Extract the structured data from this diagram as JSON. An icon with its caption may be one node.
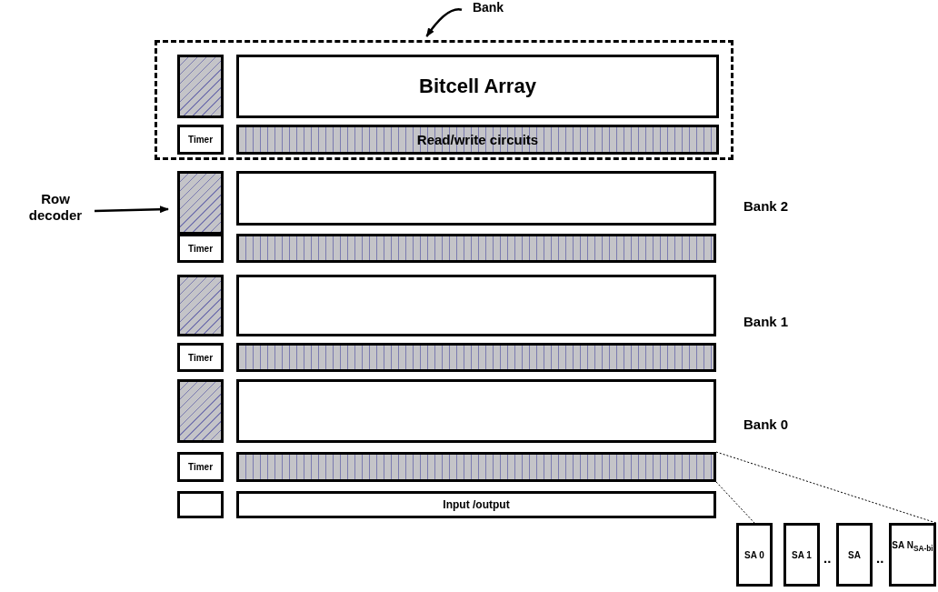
{
  "diagram": {
    "nodes": [
      {
        "text": [
          "Bank"
        ]
      },
      {
        "text": [],
        "shape": "box"
      },
      {
        "text": [],
        "shape": "box",
        "in": 1
      },
      {
        "text": [
          "Bitcell Array"
        ],
        "in": 1
      },
      {
        "text": [
          "Timer"
        ],
        "in": 1
      },
      {
        "text": [
          "Read/write circuits"
        ],
        "in": 1
      },
      {
        "text": [
          "Row decoder"
        ]
      },
      {
        "text": [],
        "shape": "box"
      },
      {
        "text": [],
        "shape": "box"
      },
      {
        "text": [
          "Timer"
        ]
      },
      {
        "text": [],
        "shape": "box"
      },
      {
        "text": [],
        "shape": "box"
      },
      {
        "text": [],
        "shape": "box"
      },
      {
        "text": [
          "Timer"
        ]
      },
      {
        "text": [],
        "shape": "box"
      },
      {
        "text": [],
        "shape": "box"
      },
      {
        "text": [],
        "shape": "box"
      },
      {
        "text": [
          "Timer"
        ]
      },
      {
        "text": [],
        "shape": "box"
      },
      {
        "text": [],
        "shape": "box"
      },
      {
        "text": [
          "Input /output"
        ]
      },
      {
        "text": [
          "SA 0"
        ]
      },
      {
        "text": [
          "SA 1"
        ]
      },
      {
        "text": [
          "SA"
        ]
      },
      {
        "text": [
          "SA N$_{SA-bi}$"
        ]
      }
    ],
    "edges": [
      {
        "from": 0,
        "to": 1,
        "arrow": "to"
      },
      {
        "from": 6,
        "to": 7,
        "arrow": "to"
      },
      {
        "from": 18,
        "to": 21,
        "arrow": "none",
        "style": "dashed"
      },
      {
        "from": 18,
        "to": 24,
        "arrow": "none",
        "style": "dashed"
      }
    ],
    "labels": [
      "Bank 2",
      "Bank 1",
      "Bank 0",
      "..",
      ".."
    ]
  }
}
